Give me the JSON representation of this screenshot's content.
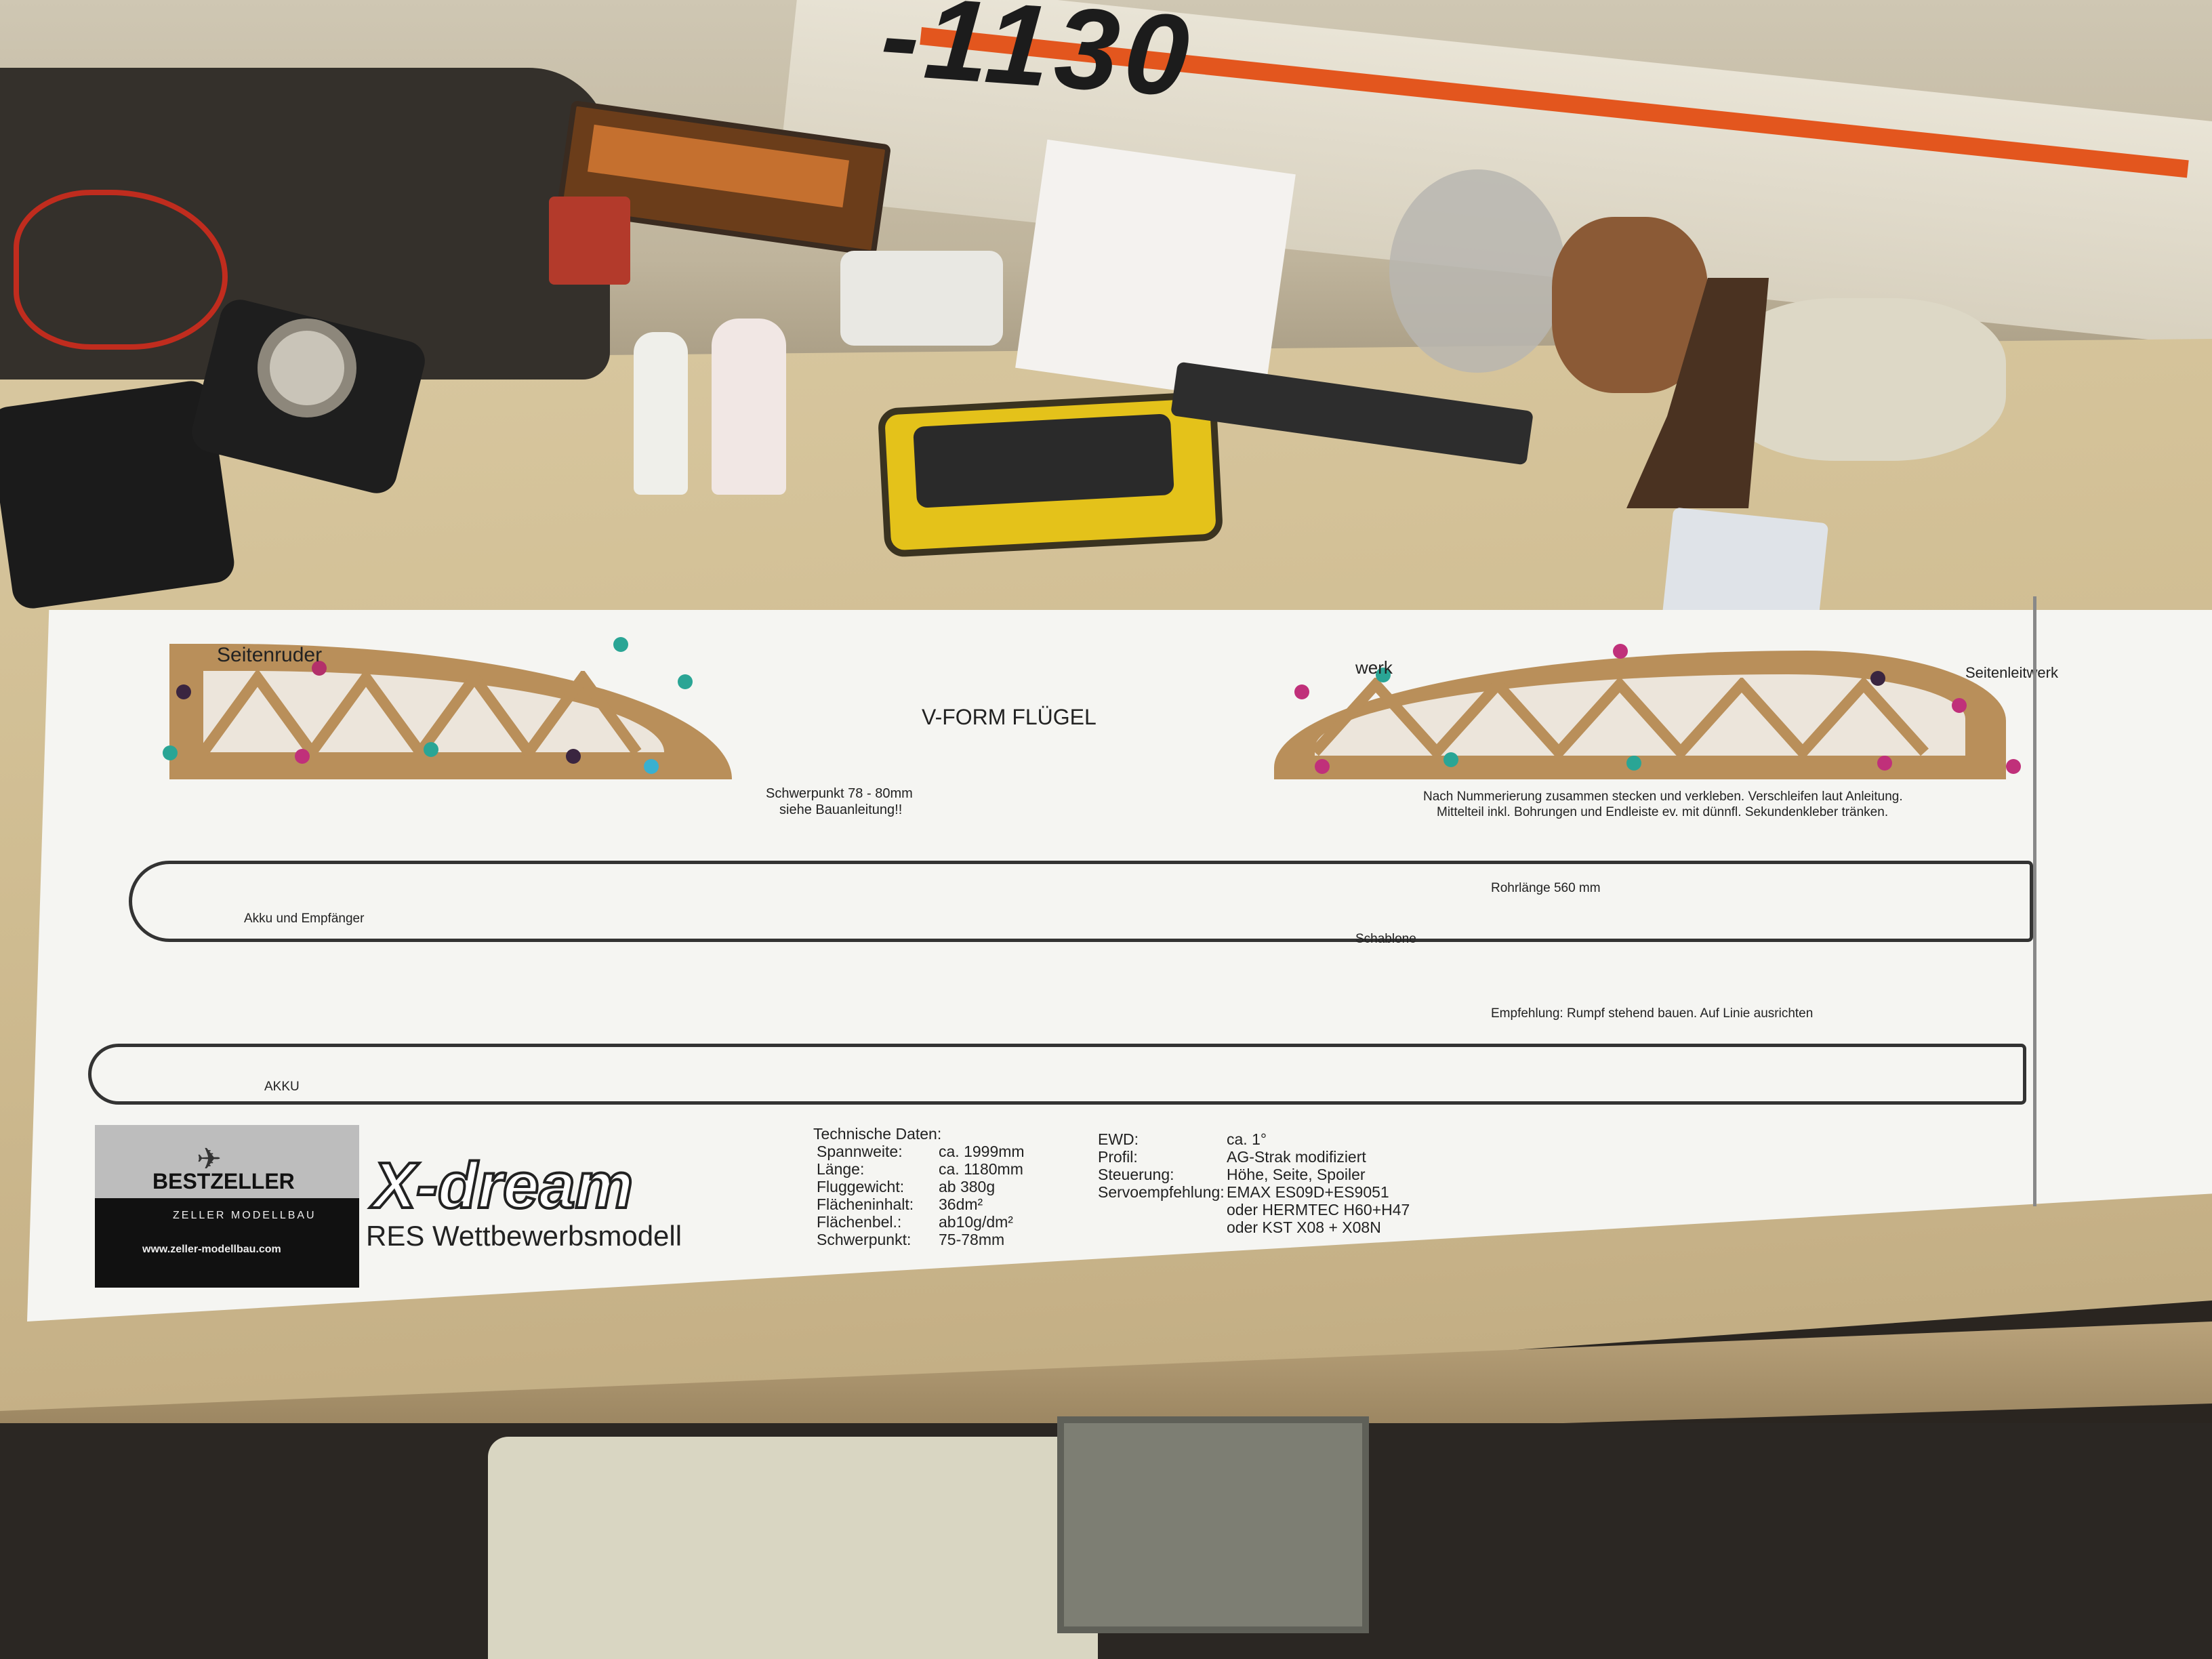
{
  "poster": {
    "text": "-1130"
  },
  "plan": {
    "label_rudder": "Seitenruder",
    "label_wing": "V-FORM FLÜGEL",
    "label_tail_left": "werk",
    "label_tail_right": "Seitenleitwerk",
    "cg_note_line1": "Schwerpunkt 78 - 80mm",
    "cg_note_line2": "siehe Bauanleitung!!",
    "rib_note_line1": "Nach Nummerierung zusammen stecken und verkleben. Verschleifen laut Anleitung.",
    "rib_note_line2": "Mittelteil inkl. Bohrungen und Endleiste ev. mit dünnfl. Sekundenkleber tränken.",
    "tube_length": "Rohrlänge 560 mm",
    "template": "Schablone",
    "fuselage_label": "Akku und Empfänger",
    "nose_label": "AKKU",
    "fuselage_note": "Empfehlung: Rumpf stehend bauen. Auf Linie ausrichten",
    "brand_name": "BESTZELLER",
    "brand_sub": "ZELLER MODELLBAU",
    "brand_url": "www.zeller-modellbau.com",
    "model_name": "X-dream",
    "model_subtitle": "RES Wettbewerbsmodell",
    "tech_title": "Technische Daten:",
    "tech_specs": [
      {
        "label": "Spannweite:",
        "value": "ca. 1999mm"
      },
      {
        "label": "Länge:",
        "value": "ca. 1180mm"
      },
      {
        "label": "Fluggewicht:",
        "value": "ab 380g"
      },
      {
        "label": "Flächeninhalt:",
        "value": "36dm²"
      },
      {
        "label": "Flächenbel.:",
        "value": "ab10g/dm²"
      },
      {
        "label": "Schwerpunkt:",
        "value": "75-78mm"
      }
    ],
    "control_specs": [
      {
        "label": "EWD:",
        "value": "ca. 1°"
      },
      {
        "label": "Profil:",
        "value": "AG-Strak modifiziert"
      },
      {
        "label": "Steuerung:",
        "value": "Höhe, Seite, Spoiler"
      },
      {
        "label": "Servoempfehlung:",
        "value": "EMAX ES09D+ES9051"
      },
      {
        "label": "",
        "value": "oder HERMTEC H60+H47"
      },
      {
        "label": "",
        "value": "oder KST X08 + X08N"
      }
    ]
  },
  "colors": {
    "table": "#d0bd92",
    "balsa": "#b98f5a",
    "paper": "#f5f5f2",
    "tool_case": "#e4c21a",
    "poster_stripe": "#e3561e"
  }
}
